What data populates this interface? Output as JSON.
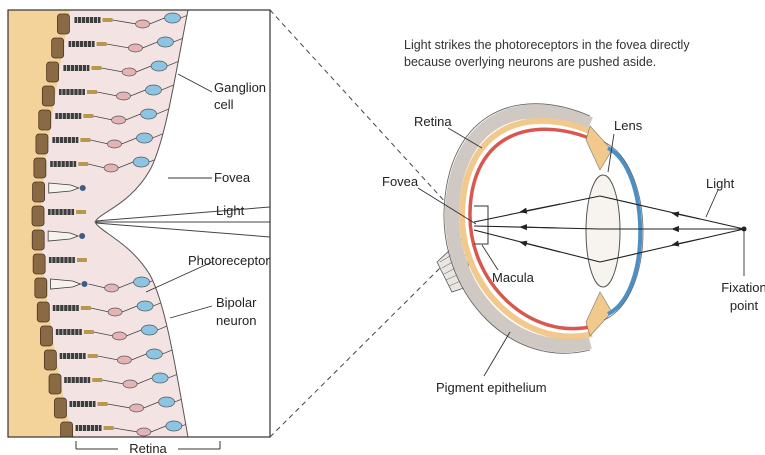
{
  "caption": {
    "line1": "Light strikes the photoreceptors in the fovea directly",
    "line2": "because overlying neurons are pushed aside."
  },
  "inset": {
    "ganglion_line1": "Ganglion",
    "ganglion_line2": "cell",
    "fovea": "Fovea",
    "light": "Light",
    "photoreceptor": "Photoreceptor",
    "bipolar_line1": "Bipolar",
    "bipolar_line2": "neuron",
    "retina_bracket": "Retina"
  },
  "eye": {
    "retina": "Retina",
    "lens": "Lens",
    "fovea": "Fovea",
    "light": "Light",
    "macula": "Macula",
    "fixation_line1": "Fixation",
    "fixation_line2": "point",
    "pigment": "Pigment epithelium"
  },
  "colors": {
    "background": "#ffffff",
    "pigment_epithelium_tan": "#f4d39a",
    "retina_pink": "#f3e4e3",
    "retina_red": "#d9584e",
    "sclera": "#d8d3d0",
    "cornea_blue": "#4b8fc7",
    "ganglion_blue": "#8cc4e3"
  }
}
